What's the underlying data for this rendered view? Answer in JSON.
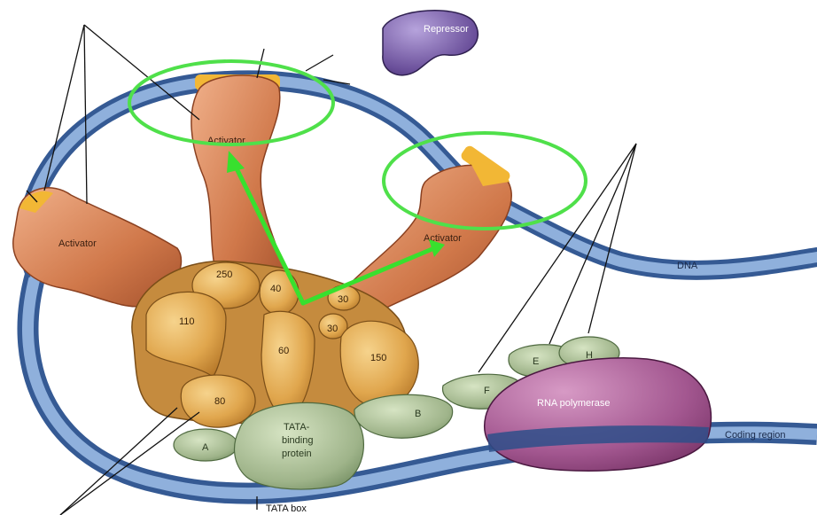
{
  "labels": {
    "repressor": "Repressor",
    "activator_top": "Activator",
    "activator_left": "Activator",
    "activator_right": "Activator",
    "dna": "DNA",
    "rna_polymerase": "RNA polymerase",
    "coding_region": "Coding region",
    "tata_box": "TATA box",
    "tata_binding_protein": [
      "TATA-",
      "binding",
      "protein"
    ],
    "taf_250": "250",
    "taf_110": "110",
    "taf_40": "40",
    "taf_60": "60",
    "taf_30a": "30",
    "taf_30b": "30",
    "taf_150": "150",
    "taf_80": "80",
    "factor_a": "A",
    "factor_b": "B",
    "factor_e": "E",
    "factor_f": "F",
    "factor_h": "H"
  },
  "colors": {
    "dna": "#5a7fb8",
    "dna_light": "#9fb9de",
    "activator": "#d98a5a",
    "taf": "#e0a850",
    "taf_dark": "#b97a2a",
    "gtf": "#9fb48a",
    "polymerase": "#9c4f86",
    "repressor": "#6a4f9a",
    "highlight_ellipse": "#4fe04a",
    "arrow": "#38e02e",
    "binding_site": "#f2b735"
  }
}
